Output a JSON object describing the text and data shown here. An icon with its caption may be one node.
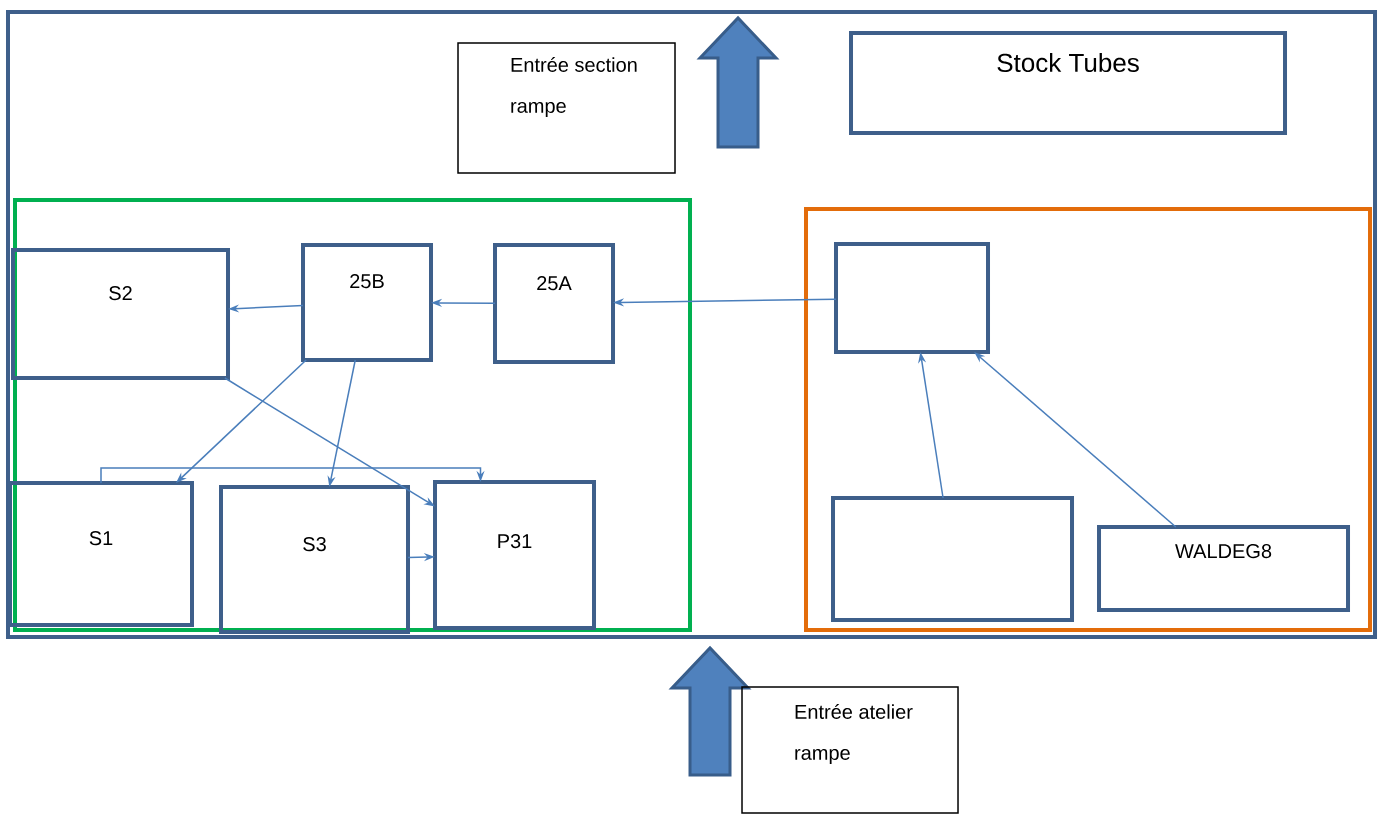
{
  "diagram": {
    "nodes": [
      {
        "text": [],
        "shape": "box"
      },
      {
        "text": [
          "Entrée section rampe"
        ],
        "in": 0
      },
      {
        "text": [
          "Stock Tubes"
        ],
        "in": 0
      },
      {
        "text": [],
        "shape": "box",
        "in": 0
      },
      {
        "text": [
          "S2"
        ],
        "in": 3
      },
      {
        "text": [
          "25B"
        ],
        "in": 3
      },
      {
        "text": [
          "25A"
        ],
        "in": 3
      },
      {
        "text": [
          "S1"
        ],
        "in": 3
      },
      {
        "text": [
          "S3"
        ],
        "in": 3
      },
      {
        "text": [
          "P31"
        ],
        "in": 3
      },
      {
        "text": [],
        "shape": "box",
        "in": 0
      },
      {
        "text": [],
        "shape": "box",
        "in": 10
      },
      {
        "text": [],
        "shape": "box",
        "in": 10
      },
      {
        "text": [
          "WALDEG8"
        ],
        "in": 10
      },
      {
        "text": [
          "Entrée atelier rampe"
        ]
      }
    ],
    "edges": [
      {
        "from": 5,
        "to": 4,
        "arrow": "to"
      },
      {
        "from": 4,
        "to": 9,
        "arrow": "to"
      },
      {
        "from": 6,
        "to": 5,
        "arrow": "to"
      },
      {
        "from": 11,
        "to": 6,
        "arrow": "to"
      },
      {
        "from": 5,
        "to": 7,
        "arrow": "to"
      },
      {
        "from": 5,
        "to": 8,
        "arrow": "to"
      },
      {
        "from": 7,
        "to": 9,
        "arrow": "to"
      },
      {
        "from": 8,
        "to": 9,
        "arrow": "to"
      },
      {
        "from": 12,
        "to": 11,
        "arrow": "to"
      },
      {
        "from": 13,
        "to": 11,
        "arrow": "to"
      }
    ]
  }
}
